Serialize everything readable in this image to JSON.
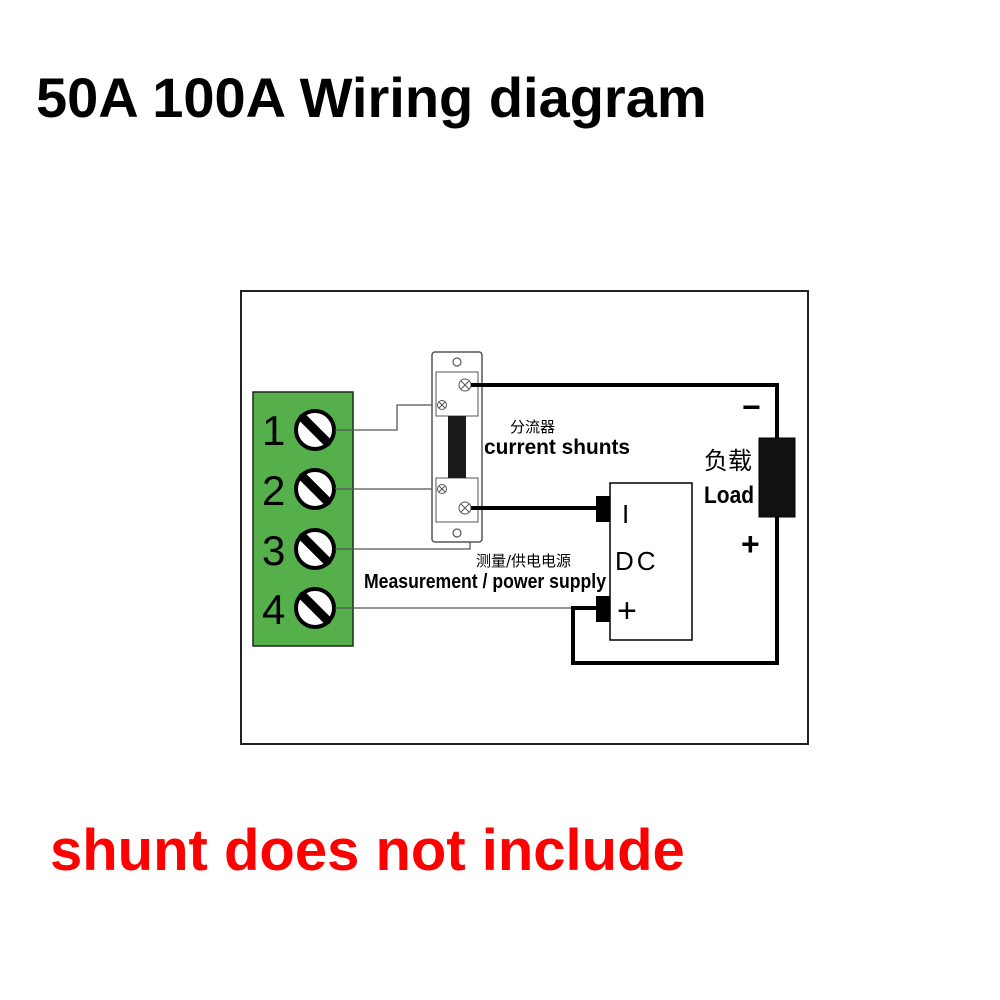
{
  "title": "50A 100A Wiring diagram",
  "note": "shunt does not include",
  "terminals": [
    "1",
    "2",
    "3",
    "4"
  ],
  "shunt": {
    "label_cn": "分流器",
    "label_en": "current shunts"
  },
  "supply": {
    "label_cn": "测量/供电电源",
    "label_en": "Measurement / power supply"
  },
  "dc_source": {
    "label": "DC",
    "minus": "I",
    "plus": "+"
  },
  "load": {
    "label_cn": "负载",
    "label_en": "Load",
    "minus": "−",
    "plus": "+"
  },
  "colors": {
    "terminal_block": "#55b04c",
    "note": "#ff0000",
    "wire": "#000000"
  }
}
